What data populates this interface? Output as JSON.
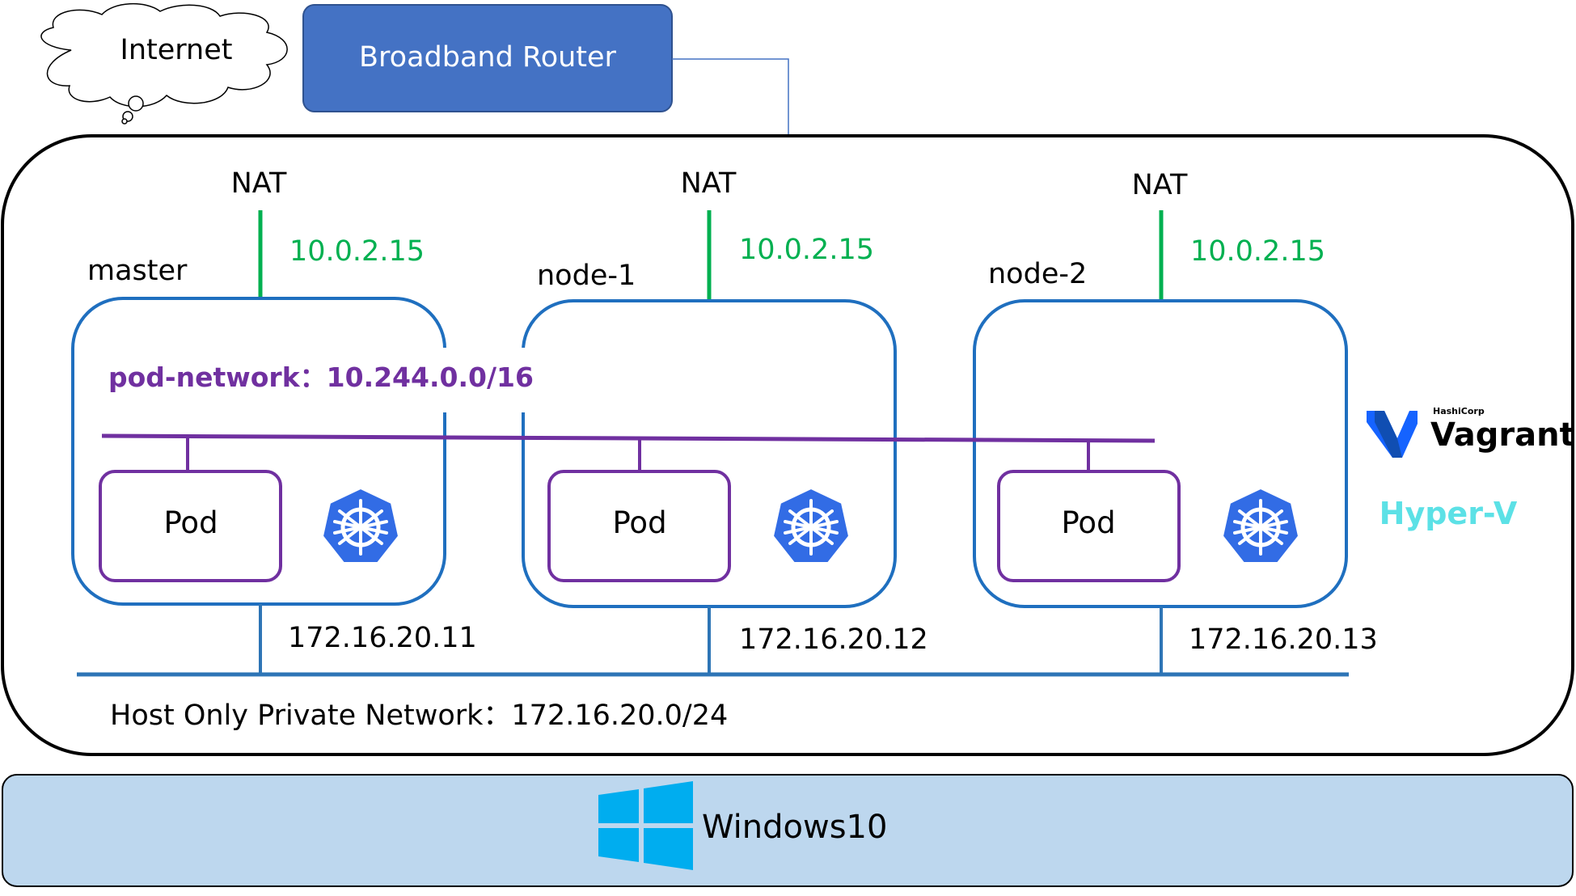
{
  "internet": {
    "label": "Internet"
  },
  "router": {
    "label": "Broadband Router"
  },
  "nodes": [
    {
      "name": "master",
      "nat_label": "NAT",
      "nat_ip": "10.0.2.15",
      "host_ip": "172.16.20.11",
      "pod_label": "Pod"
    },
    {
      "name": "node-1",
      "nat_label": "NAT",
      "nat_ip": "10.0.2.15",
      "host_ip": "172.16.20.12",
      "pod_label": "Pod"
    },
    {
      "name": "node-2",
      "nat_label": "NAT",
      "nat_ip": "10.0.2.15",
      "host_ip": "172.16.20.13",
      "pod_label": "Pod"
    }
  ],
  "pod_network": {
    "label": "pod-network：10.244.0.0/16"
  },
  "host_network": {
    "label": "Host Only Private Network：172.16.20.0/24"
  },
  "vagrant": {
    "brand_small": "HashiCorp",
    "brand": "Vagrant"
  },
  "hypervisor": {
    "label": "Hyper-V"
  },
  "host_os": {
    "label": "Windows10"
  },
  "colors": {
    "router_fill": "#4472c4",
    "node_border": "#1f6fbf",
    "nat_line": "#00b050",
    "nat_ip_text": "#00b050",
    "pod_network": "#7030a0",
    "host_network": "#2e75b6",
    "host_os_fill": "#bdd7ee",
    "hyperv_text": "#5ce1e6",
    "kubernetes": "#326ce5",
    "windows_logo": "#00adef"
  },
  "icons": {
    "cloud": "cloud-icon",
    "kubernetes": "kubernetes-icon",
    "vagrant": "vagrant-logo-icon",
    "windows": "windows-logo-icon"
  }
}
